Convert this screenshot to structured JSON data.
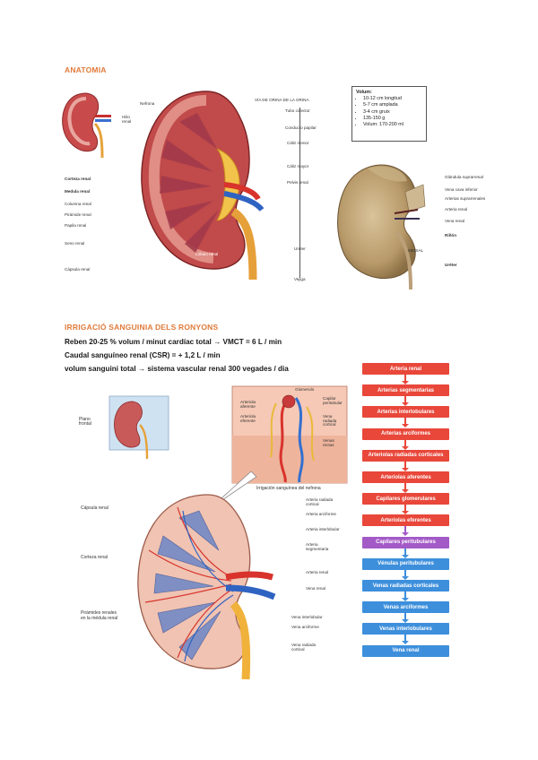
{
  "section1": {
    "heading": "ANATOMIA",
    "volume_box": {
      "title": "Volum:",
      "items": [
        "10-12 cm longitud",
        "5-7 cm amplada",
        "3-4 cm gruix",
        "135-150 g",
        "Volum: 170-200 ml"
      ]
    },
    "kidney_labels": {
      "nefrona": "Nefrona",
      "hilio_renal": "Hilio renal",
      "corteza": "Corteza renal",
      "medula": "Medula renal",
      "columna": "Columna renal",
      "piramide": "Pirámide renal",
      "papila": "Papila renal",
      "seno": "Seno renal",
      "capsula": "Cápsula renal",
      "lobulo": "Lóbulo renal",
      "arteria": "Arteria renal",
      "vena": "Vena renal",
      "via_title": "VÍA DE ORINA DE LA ORINA",
      "tubo": "Tubo colector",
      "conducto": "Conducto papilar",
      "caliz_menor": "Cáliz menor",
      "caliz_mayor": "Cáliz mayor",
      "pelvis": "Pelvis renal",
      "ureter": "Uréter",
      "vejiga": "Vejiga"
    },
    "photo_labels": {
      "glandula": "Glándula suprarrenal",
      "vena_cava": "Vena cava inferior",
      "arterias_supra": "Arterias suprarrenales",
      "arteria_renal": "Arteria renal",
      "vena_renal": "Vena renal",
      "rinon": "Riñón",
      "medial": "MEDIAL",
      "ureter": "Uréter"
    }
  },
  "section2": {
    "heading": "IRRIGACIÓ SANGUINIA DELS RONYONS",
    "lines": [
      "Reben 20-25 % volum / minut cardíac total → VMCT = 6 L / min",
      "Caudal sanguíneo renal (CSR) = + 1,2 L / min",
      "volum sanguini total → sistema vascular renal 300 vegades / dia"
    ],
    "diagram_labels": {
      "plano": "Plano frontal",
      "capsula": "Cápsula renal",
      "corteza": "Corteza renal",
      "piramides": "Pirámides renales en la médula renal",
      "art_radiada": "Arteria radiada cortical",
      "art_arciforme": "Arteria arciforme",
      "art_interlobular": "Arteria interlobular",
      "art_segmentaria": "Arteria segmentaria",
      "art_renal": "Arteria renal",
      "vena_renal": "Vena renal",
      "vena_interlobular": "Vena interlobular",
      "vena_arciforme": "Vena arciforme",
      "vena_radiada": "Vena radiada cortical",
      "glomerulo": "Glomerulo",
      "capilar": "Capilar peritubular",
      "vena_radiada_c": "Vena radiada cortical",
      "art_aferente": "Arteriola aferente",
      "art_eferente": "Arteriola eferente",
      "venas_rectas": "Venas rectas",
      "caption": "Irrigación sanguínea del nefrona"
    },
    "flow": [
      "Arteria renal",
      "Arterias segmentarias",
      "Arterias interlobulares",
      "Arterias arciformes",
      "Arteriolas radiadas corticales",
      "Arteriolas aferentes",
      "Capilares glomerulares",
      "Arteriolas eferentes",
      "Capilares peritubulares",
      "Vénulas peritubulares",
      "Venas radiadas corticales",
      "Venas arciformes",
      "Venas interlobulares",
      "Vena renal"
    ],
    "flow_colors": {
      "arterial": "#e8473a",
      "capillary": "#a35ac7",
      "venous": "#3d8fdc"
    }
  }
}
